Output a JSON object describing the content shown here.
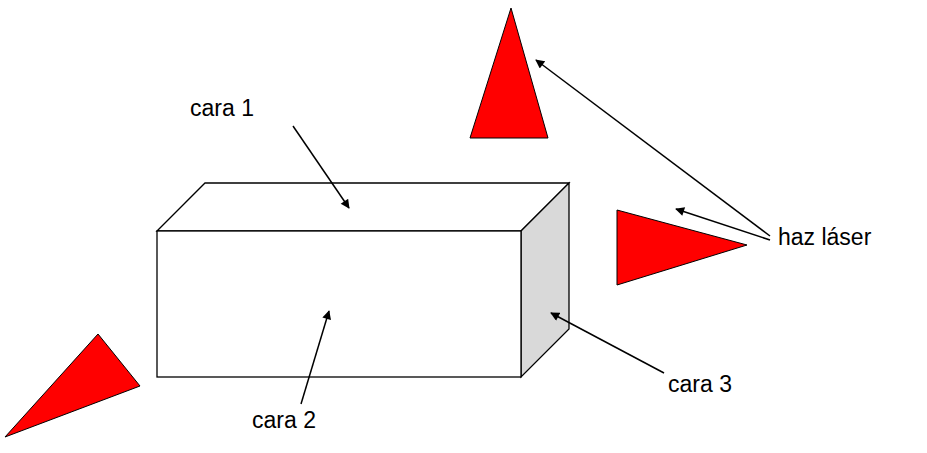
{
  "diagram": {
    "labels": [
      "cara 1",
      "cara 2",
      "cara 3",
      "haz láser"
    ]
  }
}
